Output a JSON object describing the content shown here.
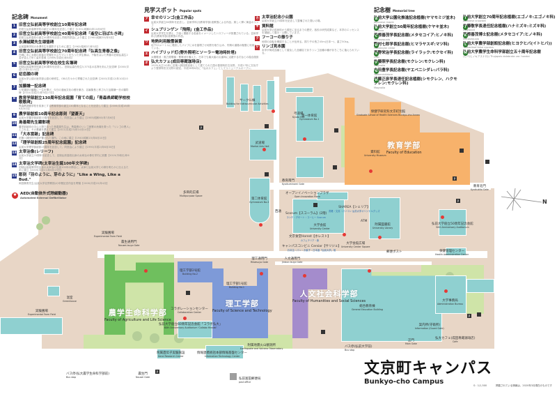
{
  "campus": {
    "title_jp": "文京町キャンパス",
    "title_en": "Bunkyo-cho Campus",
    "scale": "S：1/1,500",
    "note": "掲載されている情報は、2020年3月現在のものです",
    "compass_label": "N"
  },
  "monuments": {
    "title": "記念碑",
    "title_en": "Monument",
    "items": [
      {
        "num": "1",
        "name": "旧官立弘前高等学校創立10周年記念碑",
        "desc": "旧官立弘前高等学校の創立10周年を記念して建立【1931(昭和6)年10月6日】"
      },
      {
        "num": "2",
        "name": "旧官立弘前高等学校創立40周年記念碑「遙空に羽ばたき碑」",
        "desc": "旧官立弘前高校の創立40周年を記念し同校同窓会により建立【1960(昭和35)年5月】"
      },
      {
        "num": "3",
        "name": "永澤誠蔵先生頌徳碑",
        "desc": "弘前高等学校の永澤先生を顕彰するために建立【1962(昭和37)年5月】"
      },
      {
        "num": "4",
        "name": "旧官立弘前高等学校創立70周年記念碑「弘高生青春之像」",
        "desc": "白線に手に太鼓の若者の学帽をかぶりマントをもった学生像は、下駄をはいた青春の旧制弘高生2名が並んで歩く姿を表現【1989(平成元)年8月】"
      },
      {
        "num": "5",
        "name": "旧官立弘前高等学校在校生名簿碑",
        "desc": "旧制弘前高等学校創立80周年を記念し、旧制弘高在校生5,375名の名簿を刻んだ記念碑【2000(平成12)年5月13日】"
      },
      {
        "num": "6",
        "name": "初恋顔の碑",
        "desc": "弘前大学公認の医学部公認の研修生、OBの方々から寄贈された記念碑【2000(平成12)年10月10日】"
      },
      {
        "num": "7",
        "name": "加藤謙一記念碑",
        "desc": "少年雑誌の編集に一生を捧げ、今日の漫画文化の礎を築き、名編集長と称された加藤謙一氏の顕彰碑【2010(平成22)年9月27日】"
      },
      {
        "num": "8",
        "name": "教育学部創立130周年記念庭園「育ての庭」「青森県師範学校校歌歌碑」",
        "desc": "青森県師範学校を前身とする教育学部の創立130周年となることを記念して建立【2006(平成18)年9月30日】"
      },
      {
        "num": "9",
        "name": "農学部創設10周年記念彫刻「望蒼天」",
        "desc": "弘前大学農学部創設10周年を記念して、同窓会により建立【1985(昭和60)年7月6日】"
      },
      {
        "num": "10",
        "name": "島善鄰先生顕彰碑",
        "desc": "農学部創設の中心人物であった島善鄰先生は、青森県のリンゴ産業の危機を救った「リンゴの恩人」とされる。その業績を讃えて建立【2011(平成23)年10月14日】"
      },
      {
        "num": "11",
        "name": "「大本営跡」記念碑",
        "desc": "旧第八師団司令部が置かれた場所。この地に建立【1940(昭和15)年8月10日】"
      },
      {
        "num": "12",
        "name": "「理学部創設25周年記念庭園」記念碑",
        "desc": "弘前大学理学部創設25周年を記念して、同窓会により建立【1990(平成2)年6月30日】"
      },
      {
        "num": "13",
        "name": "太宰治像(レリーフ)",
        "desc": "弘前大学創立70周年を記念して、旧制弘前高校出身の太宰治の像を学内に設置【2019(令和元)年6月】"
      },
      {
        "num": "14",
        "name": "太宰治文学碑(太宰治生誕100年文学碑)",
        "desc": "旧制弘前高等学校出身の太宰治の生誕100年の節目に、太宰と弘前大学との縁を明らかに伝えるために建立【2009(平成21)年6月19日】"
      },
      {
        "num": "15",
        "name": "彫刻「羽のように、芽のように」\"Like a Wing, Like a Bud.\"",
        "desc": "岡田静男先生(弘前大学名誉教授)の卒業記念作品を寄贈【2008(平成20)年4月】"
      }
    ],
    "aed": {
      "label": "AED(自動体外式除細動器)",
      "label_en": "Automated External Defibrillator"
    }
  },
  "spots": {
    "title": "見学スポット",
    "title_en": "Popular spots",
    "items": [
      {
        "num": "ア",
        "name": "幸せのリンゴ(金工作品)",
        "desc": "弘前大学創立60周年を記念し、芸術学科(元教育学部)准教授による作品。美しく輝く黄金のリンゴ"
      },
      {
        "num": "イ",
        "name": "シュプリンゲン「飛翔」(金工作品)",
        "desc": "弘前大学学生を讃え、力強く躍動する若者をイメージしたトロフィーが設置されている。芸術学科(元教育学部)准教授の作品。"
      },
      {
        "num": "ウ",
        "name": "地熱利用融雪装置",
        "desc": "地下50メートルに埋設したパイプに水を循環させ地熱を取り込み、冬期の道路の融雪に利用している。"
      },
      {
        "num": "エ",
        "name": "ハイブリッド灯(野外照明とソーラー電池時計塔)",
        "desc": "太陽電池・風力発電機・蓄電池を備えた、日本でも最大級の災害時に活躍する灯台との複合施設"
      },
      {
        "num": "オ",
        "name": "弘大カフェ(成田専蔵珈琲店)",
        "desc": "1925(大正14)年に旧第八師団長官舎として建てられた国の登録有形文化財。平成17年に文化庁より登録有形文化財の認定。平成28年6月に「弘大カフェ」としてリニューアルオープン。"
      },
      {
        "num": "カ",
        "name": "太宰治記念小公園",
        "desc": "弘前大学創立70周年を記念して整備された憩いの場。"
      },
      {
        "num": "キ",
        "name": "資料館",
        "desc": "弘前大学の前身校から現在に至るまでの歴史、各校の研究成果など、本学のエッセンスを凝縮して展示・公開しています。"
      },
      {
        "num": "ク",
        "name": "フーコーの振り子",
        "desc": "地球の自転を確認することが出来る。振り子の長さ45m(日本一)、重さ50kg。"
      },
      {
        "num": "ケ",
        "name": "リンゴ見本園",
        "desc": "本学が育成品種として普及した品種名でありリンゴ品種の種があちこちに植えられている。"
      }
    ]
  },
  "trees": {
    "title": "記念樹",
    "title_en": "Memorial tree",
    "items": [
      {
        "num": "A",
        "name": "弘前大学公園化推進記念植樹(ヤマモミジ並木)",
        "en": "Japanese maple"
      },
      {
        "num": "B",
        "name": "弘前大学創立50周年記念植樹(ケヤキ並木)",
        "en": "Zelkova"
      },
      {
        "num": "C",
        "name": "若根善茂学長記念樹(メタセコイア:ヒノキ科)",
        "en": "Metasequoia"
      },
      {
        "num": "D",
        "name": "野村七郎学長記念樹(ヒマラヤスギ:マツ科)",
        "en": "Himalayan cedar"
      },
      {
        "num": "E",
        "name": "東野栄治学長記念樹(ライラック:モクセイ科)",
        "en": "Lilac"
      },
      {
        "num": "F",
        "name": "佐藤照学長記念樹(モクレン:モクレン科)",
        "en": "Magnolia"
      },
      {
        "num": "G",
        "name": "吉田豊学長記念樹(ヤエベニシダレ:バラ科)",
        "en": "Yaebenishidare"
      },
      {
        "num": "H",
        "name": "遠藤正彦学長退任記念植樹(シモクレン、ハクモクレン:モクレン科)",
        "en": "Magnolia"
      },
      {
        "num": "I",
        "name": "弘前大学創立70周年記念植樹(エゴノキ:エゴノキ科)",
        "en": "Japanese snowbell"
      },
      {
        "num": "J",
        "name": "佐藤敬学長退任記念植樹(ハナミズキ:ミズキ科)",
        "en": "Dogwood"
      },
      {
        "num": "K",
        "name": "若根善茂博士記念樹(メタセコイア:ヒノキ科)",
        "en": "Metasequoia"
      },
      {
        "num": "L",
        "name": "弘前大学農学部創設記念樹(ヒヨクヒバ(イトヒバ))",
        "en": "Threadleaf false cypress"
      },
      {
        "num": "M",
        "name": "弘前大学農学生命科学部創立五十周年記念樹",
        "en": "(ヒバ(ヒノキアスナロ)) Thujopsis dolabrata var. hondai"
      }
    ]
  },
  "map_labels": {
    "kyudo_hall": {
      "jp": "弓道場",
      "en": "Kyudo Hall"
    },
    "gym1": {
      "jp": "第一体育館",
      "en": "Gymnasium No.1"
    },
    "gym2": {
      "jp": "第二体育館",
      "en": "Gymnasium No.2"
    },
    "circle_bldg": {
      "jp": "サークル棟",
      "en": "Building for Extracurricular Activities"
    },
    "martial_arts": {
      "jp": "武道場",
      "en": "Martial Arts Hall"
    },
    "multipurpose": {
      "jp": "多目的広場",
      "en": "Multipurpose Space"
    },
    "health_sci_annex": {
      "jp": "保健学研究科文京町別館",
      "en": "Graduate School of Health Sciences Bunkyo-cho Annex"
    },
    "edu_faculty": {
      "jp": "教育学部",
      "en": "Faculty of Education"
    },
    "univ_museum": {
      "jp": "資料館",
      "en": "University Museum"
    },
    "kyoiku_minami_gate": {
      "jp": "教育南門",
      "en": "Kyoikuminami Gate"
    },
    "kyoiku_kita_gate": {
      "jp": "教育北門",
      "en": "Kyoikukita Gate"
    },
    "open_innovation": {
      "jp": "オープンイノベーションプラザ",
      "en": "Open Innovation Plaza"
    },
    "sharea": {
      "jp": "SHAREA【シェリア】",
      "en": "書籍・文具・パソコン 弘前大学オリジナルグッズ"
    },
    "scorum": {
      "jp": "Scorum【スコーラム】(2階)",
      "en": "ランチ・デザート・コーヒー Scorum"
    },
    "univ_center": {
      "jp": "大学会館",
      "en": "University Center"
    },
    "horest": {
      "jp": "文京食堂Horest【ホレスト】",
      "en": "カフェテリア・食"
    },
    "campus_conv": {
      "jp": "キャンパスコンビニ Cersiar【サリジェ】",
      "en": "お弁当・パン・お菓子・日本酒「弘前大学」他"
    },
    "univ_center_square": {
      "jp": "大学会館広場",
      "en": "University Center Square"
    },
    "univ_library": {
      "jp": "附属図書館",
      "en": "University Library"
    },
    "post_box": {
      "jp": "郵便ポスト",
      "en": ""
    },
    "atm": {
      "jp": "ATM",
      "en": ""
    },
    "auditorium_50": {
      "jp": "弘前大学創立50周年記念会館",
      "en": "50th Anniversary Auditorium"
    },
    "health_admin": {
      "jp": "保健管理センター",
      "en": "Health Administration Center"
    },
    "rikoseimon": {
      "jp": "理工通用門",
      "en": "Rikotsuyo Gate"
    },
    "jinbun_gate": {
      "jp": "人文通用門",
      "en": "Jinbun-tsuyo Gate"
    },
    "nousei_gate_north": {
      "jp": "農生通用門",
      "en": "Nousei-tsuyo Gate"
    },
    "exp_farm1": {
      "jp": "実験圃場",
      "en": "Experimental Farm Field"
    },
    "exp_farm2": {
      "jp": "実験圃場",
      "en": "Experimental Farm Field"
    },
    "greenhouse": {
      "jp": "温室",
      "en": "Greenhouse"
    },
    "agr_faculty": {
      "jp": "農学生命科学部",
      "en": "Faculty of Agriculture and Life Science"
    },
    "sci_bldg2": {
      "jp": "理工学部2号館",
      "en": "Building No.2"
    },
    "sci_bldg1": {
      "jp": "理工学部1号館",
      "en": "Building No.1"
    },
    "sci_faculty": {
      "jp": "理工学部",
      "en": "Faculty of Science and Technology"
    },
    "collab_center": {
      "jp": "コラボレーションセンター",
      "en": "Collaboration Center"
    },
    "auditorium_60": {
      "jp": "弘前大学創立60周年記念会館「コラボ弘大」",
      "en": "60th Anniversary Auditorium 'Collabo Hirodai'"
    },
    "hum_faculty": {
      "jp": "人文社会科学部",
      "en": "Faculty of Humanities and Social Sciences"
    },
    "gen_edu": {
      "jp": "総合教育棟",
      "en": "General Education Building"
    },
    "admin_bureau": {
      "jp": "大学事務局",
      "en": "Administration Bureau"
    },
    "info_guard": {
      "jp": "案内所(守衛所)",
      "en": "Information (Guard Gate)"
    },
    "main_gate": {
      "jp": "正門",
      "en": "Main Gate"
    },
    "cafe": {
      "jp": "弘大カフェ(成田専蔵珈琲店)",
      "en": "Cafe"
    },
    "bus_stop_main": {
      "jp": "バス停(弘前大学前)",
      "en": "Bus stop"
    },
    "bus_stop_agr": {
      "jp": "バス停(弘大農学生命科学部前)",
      "en": "Bus stop"
    },
    "nousei_gate": {
      "jp": "農生門",
      "en": "Nousei Gate"
    },
    "gene_research": {
      "jp": "附属遺伝子実験施設",
      "en": "Gene Research Center"
    },
    "info_tech": {
      "jp": "情報連携統括本部情報基盤センター",
      "en": "Information Technology Center"
    },
    "quake_obs": {
      "jp": "附属地震火山観測所",
      "en": "Earthquake and Volcano Observatory"
    },
    "post_office": {
      "jp": "弘前富田郵便局",
      "en": "post office"
    },
    "bike_parking": "駐輪場",
    "parking": "P",
    "west_road": "西通"
  }
}
